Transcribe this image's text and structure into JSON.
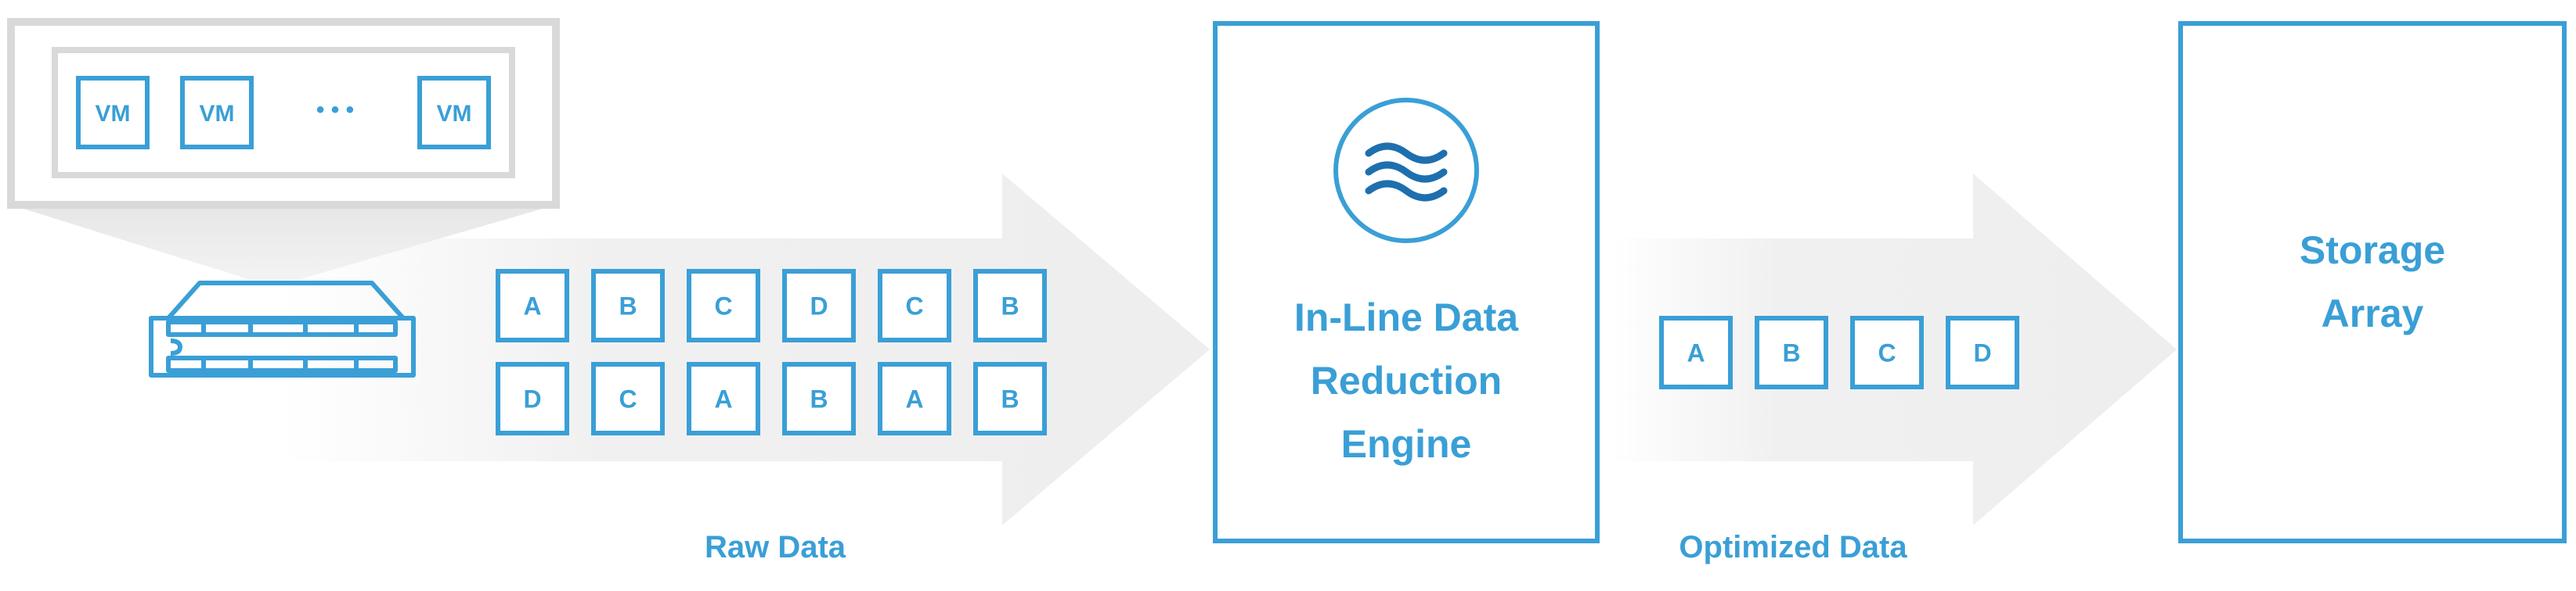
{
  "vm_tiles": [
    "VM",
    "VM",
    "VM"
  ],
  "vm_ellipsis": "• • •",
  "raw_blocks": {
    "row1": [
      "A",
      "B",
      "C",
      "D",
      "C",
      "B"
    ],
    "row2": [
      "D",
      "C",
      "A",
      "B",
      "A",
      "B"
    ]
  },
  "optimized_blocks": [
    "A",
    "B",
    "C",
    "D"
  ],
  "engine_label": "In-Line Data\nReduction\nEngine",
  "storage_label": "Storage\nArray",
  "raw_caption": "Raw Data",
  "optimized_caption": "Optimized Data",
  "colors": {
    "accent": "#3a9fd6",
    "engine_logo": "#1e6fae",
    "arrow": "#efefef",
    "host_frame": "#d9d9d9"
  }
}
